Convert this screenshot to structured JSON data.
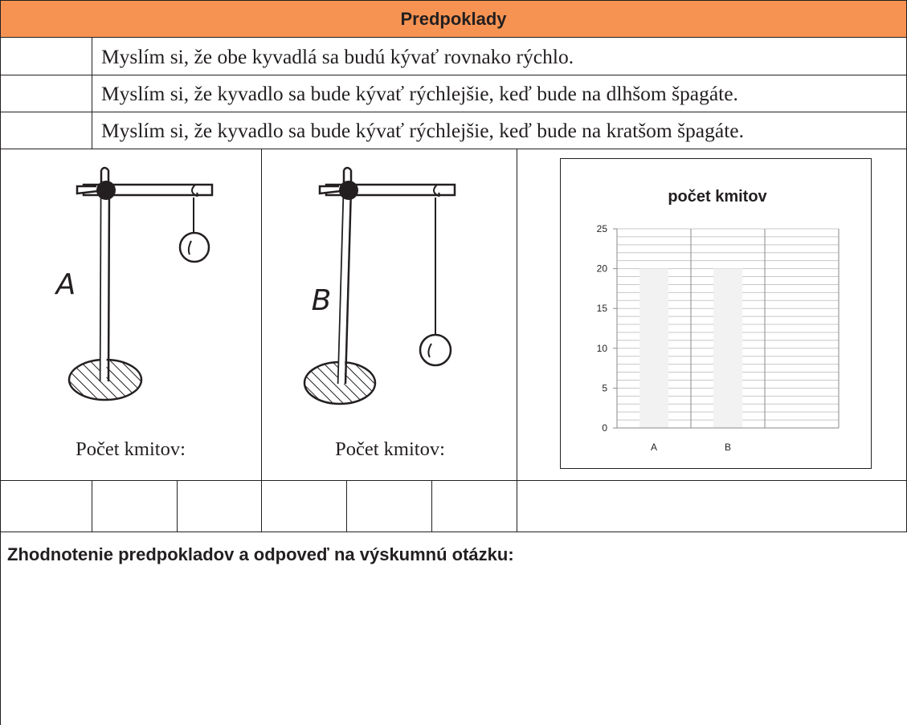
{
  "header": {
    "title": "Predpoklady"
  },
  "predictions": [
    {
      "text": "Myslím si, že obe kyvadlá sa budú kývať rovnako rýchlo."
    },
    {
      "text": "Myslím si, že kyvadlo sa bude kývať rýchlejšie, keď bude na dlhšom špagáte."
    },
    {
      "text": "Myslím si, že kyvadlo sa bude kývať rýchlejšie, keď bude na kratšom špagáte."
    }
  ],
  "pendulums": [
    {
      "letter": "A",
      "count_label": "Počet kmitov:"
    },
    {
      "letter": "B",
      "count_label": "Počet kmitov:"
    }
  ],
  "chart_data": {
    "type": "bar",
    "title": "počet kmitov",
    "categories": [
      "A",
      "B",
      ""
    ],
    "values": [
      20,
      20,
      null
    ],
    "ylim": [
      0,
      25
    ],
    "yticks": [
      0,
      5,
      10,
      15,
      20,
      25
    ],
    "xlabel": "",
    "ylabel": "",
    "grid": true,
    "bar_color": "#f2f2f2"
  },
  "evaluation": {
    "title": "Zhodnotenie predpokladov a odpoveď na výskumnú otázku:"
  }
}
